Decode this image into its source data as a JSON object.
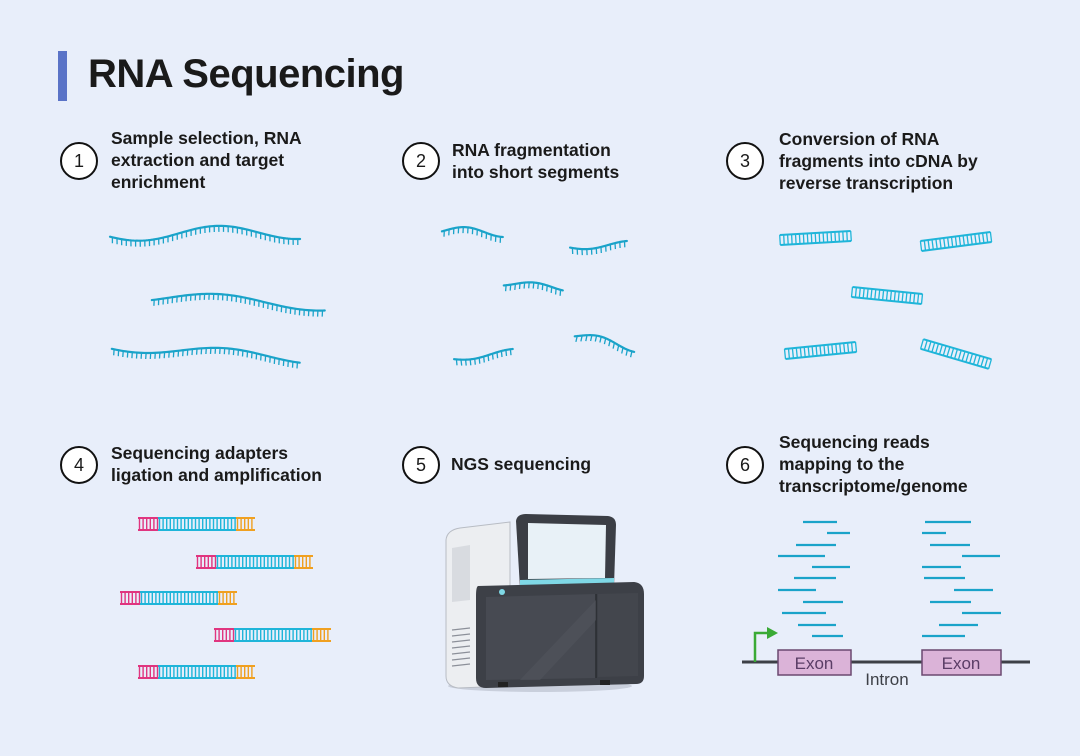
{
  "title": "RNA Sequencing",
  "colors": {
    "accent": "#5a73c7",
    "rna": "#1aa3c9",
    "cdna": "#1fb5d9",
    "adapter_left": "#e0357f",
    "adapter_right": "#f0a020",
    "arrow": "#3aaa35",
    "exon_fill": "#dbb3d8",
    "exon_border": "#6b4870",
    "read": "#1aa3c9"
  },
  "steps": [
    {
      "number": "1",
      "lines": [
        "Sample selection, RNA",
        "extraction and target",
        "enrichment"
      ]
    },
    {
      "number": "2",
      "lines": [
        "RNA fragmentation",
        "into short segments"
      ]
    },
    {
      "number": "3",
      "lines": [
        "Conversion of RNA",
        "fragments into cDNA by",
        "reverse transcription"
      ]
    },
    {
      "number": "4",
      "lines": [
        "Sequencing adapters",
        "ligation and amplification"
      ]
    },
    {
      "number": "5",
      "lines": [
        "NGS sequencing"
      ]
    },
    {
      "number": "6",
      "lines": [
        "Sequencing reads",
        "mapping to the",
        "transcriptome/genome"
      ]
    }
  ],
  "gene_model": {
    "exon_left_label": "Exon",
    "exon_right_label": "Exon",
    "intron_label": "Intron"
  },
  "icons": [
    "rna-strand-icon",
    "cdna-duplex-icon",
    "adapter-ligated-fragment-icon",
    "ngs-sequencer-icon",
    "transcription-start-arrow-icon"
  ]
}
